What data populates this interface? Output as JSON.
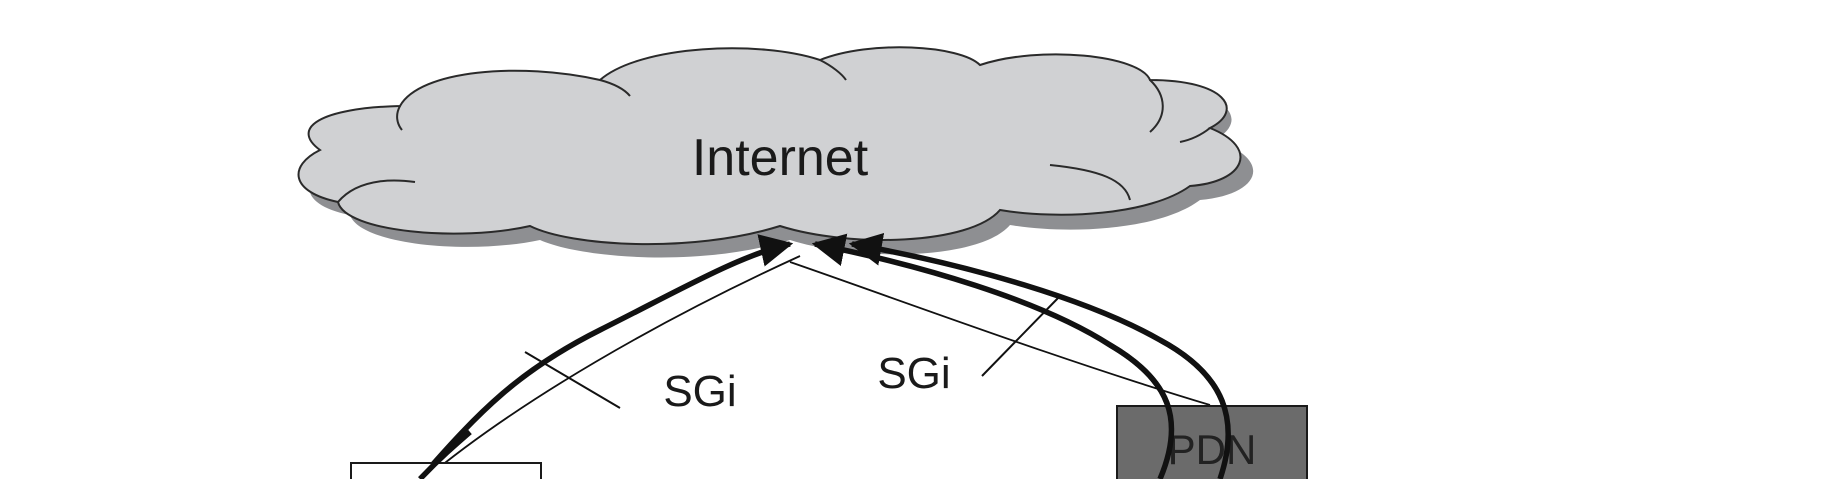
{
  "diagram": {
    "cloud": {
      "label": "Internet"
    },
    "interfaces": {
      "left": {
        "label": "SGi"
      },
      "right": {
        "label": "SGi"
      }
    },
    "nodes": {
      "pdn": {
        "label": "PDN"
      }
    },
    "colors": {
      "cloud_fill": "#d0d1d3",
      "cloud_shadow": "#8e8f92",
      "pdn_fill": "#6b6b6b",
      "line": "#111111"
    }
  }
}
